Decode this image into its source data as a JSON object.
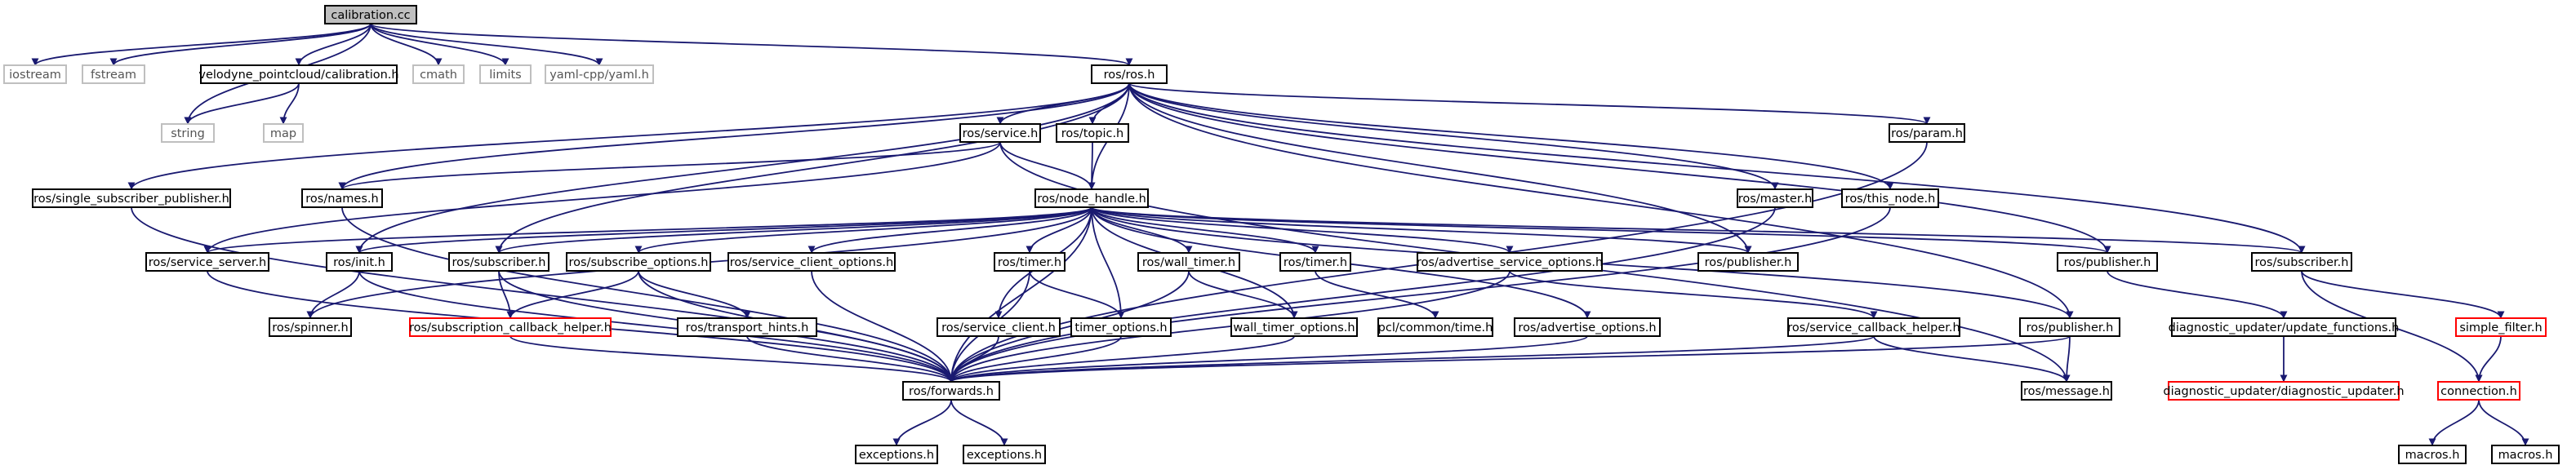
{
  "colors": {
    "normal_border": "#000000",
    "external_border": "#bfbfbf",
    "truncated_border": "#ff0000",
    "root_fill": "#bfbfbf",
    "edge": "#191970",
    "text": "#000000",
    "external_text": "#555555"
  },
  "nodes": [
    {
      "id": "n_calibration_cc",
      "label": "calibration.cc",
      "kind": "root"
    },
    {
      "id": "n_iostream",
      "label": "iostream",
      "kind": "external"
    },
    {
      "id": "n_fstream",
      "label": "fstream",
      "kind": "external"
    },
    {
      "id": "n_string",
      "label": "string",
      "kind": "external"
    },
    {
      "id": "n_velodyne_calibration",
      "label": "velodyne_pointcloud/calibration.h",
      "kind": "normal"
    },
    {
      "id": "n_map",
      "label": "map",
      "kind": "external"
    },
    {
      "id": "n_cmath",
      "label": "cmath",
      "kind": "external"
    },
    {
      "id": "n_limits",
      "label": "limits",
      "kind": "external"
    },
    {
      "id": "n_yaml",
      "label": "yaml-cpp/yaml.h",
      "kind": "external"
    },
    {
      "id": "n_ros_h",
      "label": "ros/ros.h",
      "kind": "normal"
    },
    {
      "id": "n_service_h",
      "label": "ros/service.h",
      "kind": "normal"
    },
    {
      "id": "n_topic_h",
      "label": "ros/topic.h",
      "kind": "normal"
    },
    {
      "id": "n_param_h",
      "label": "ros/param.h",
      "kind": "normal"
    },
    {
      "id": "n_single_sub_pub",
      "label": "ros/single_subscriber_publisher.h",
      "kind": "normal"
    },
    {
      "id": "n_names_h",
      "label": "ros/names.h",
      "kind": "normal"
    },
    {
      "id": "n_node_handle",
      "label": "ros/node_handle.h",
      "kind": "normal"
    },
    {
      "id": "n_master_h",
      "label": "ros/master.h",
      "kind": "normal"
    },
    {
      "id": "n_this_node",
      "label": "ros/this_node.h",
      "kind": "normal"
    },
    {
      "id": "n_service_server",
      "label": "ros/service_server.h",
      "kind": "normal"
    },
    {
      "id": "n_init_h",
      "label": "ros/init.h",
      "kind": "normal"
    },
    {
      "id": "n_subscriber_a",
      "label": "ros/subscriber.h",
      "kind": "normal"
    },
    {
      "id": "n_subscribe_options",
      "label": "ros/subscribe_options.h",
      "kind": "normal"
    },
    {
      "id": "n_service_client_options",
      "label": "ros/service_client_options.h",
      "kind": "normal"
    },
    {
      "id": "n_timer_a",
      "label": "ros/timer.h",
      "kind": "normal"
    },
    {
      "id": "n_wall_timer",
      "label": "ros/wall_timer.h",
      "kind": "normal"
    },
    {
      "id": "n_timer_b",
      "label": "ros/timer.h",
      "kind": "normal"
    },
    {
      "id": "n_adv_service_options",
      "label": "ros/advertise_service_options.h",
      "kind": "normal"
    },
    {
      "id": "n_publisher_a",
      "label": "ros/publisher.h",
      "kind": "normal"
    },
    {
      "id": "n_publisher_b",
      "label": "ros/publisher.h",
      "kind": "normal"
    },
    {
      "id": "n_subscriber_b",
      "label": "ros/subscriber.h",
      "kind": "normal"
    },
    {
      "id": "n_spinner",
      "label": "ros/spinner.h",
      "kind": "normal"
    },
    {
      "id": "n_sub_cb_helper",
      "label": "ros/subscription_callback_helper.h",
      "kind": "truncated"
    },
    {
      "id": "n_transport_hints",
      "label": "ros/transport_hints.h",
      "kind": "normal"
    },
    {
      "id": "n_service_client",
      "label": "ros/service_client.h",
      "kind": "normal"
    },
    {
      "id": "n_timer_options",
      "label": "timer_options.h",
      "kind": "normal"
    },
    {
      "id": "n_wall_timer_options",
      "label": "wall_timer_options.h",
      "kind": "normal"
    },
    {
      "id": "n_pcl_time",
      "label": "pcl/common/time.h",
      "kind": "normal"
    },
    {
      "id": "n_adv_options",
      "label": "ros/advertise_options.h",
      "kind": "normal"
    },
    {
      "id": "n_service_cb_helper",
      "label": "ros/service_callback_helper.h",
      "kind": "normal"
    },
    {
      "id": "n_publisher_c",
      "label": "ros/publisher.h",
      "kind": "normal"
    },
    {
      "id": "n_diag_update_functions",
      "label": "diagnostic_updater/update_functions.h",
      "kind": "normal"
    },
    {
      "id": "n_simple_filter",
      "label": "simple_filter.h",
      "kind": "truncated"
    },
    {
      "id": "n_forwards",
      "label": "ros/forwards.h",
      "kind": "normal"
    },
    {
      "id": "n_message_h",
      "label": "ros/message.h",
      "kind": "normal"
    },
    {
      "id": "n_diag_updater",
      "label": "diagnostic_updater/diagnostic_updater.h",
      "kind": "truncated"
    },
    {
      "id": "n_connection",
      "label": "connection.h",
      "kind": "truncated"
    },
    {
      "id": "n_exceptions_a",
      "label": "exceptions.h",
      "kind": "normal"
    },
    {
      "id": "n_exceptions_b",
      "label": "exceptions.h",
      "kind": "normal"
    },
    {
      "id": "n_macros_a",
      "label": "macros.h",
      "kind": "normal"
    },
    {
      "id": "n_macros_b",
      "label": "macros.h",
      "kind": "normal"
    }
  ],
  "edges": [
    [
      "n_calibration_cc",
      "n_iostream"
    ],
    [
      "n_calibration_cc",
      "n_fstream"
    ],
    [
      "n_calibration_cc",
      "n_string"
    ],
    [
      "n_calibration_cc",
      "n_velodyne_calibration"
    ],
    [
      "n_calibration_cc",
      "n_cmath"
    ],
    [
      "n_calibration_cc",
      "n_limits"
    ],
    [
      "n_calibration_cc",
      "n_yaml"
    ],
    [
      "n_calibration_cc",
      "n_ros_h"
    ],
    [
      "n_velodyne_calibration",
      "n_string"
    ],
    [
      "n_velodyne_calibration",
      "n_map"
    ],
    [
      "n_ros_h",
      "n_single_sub_pub"
    ],
    [
      "n_ros_h",
      "n_names_h"
    ],
    [
      "n_ros_h",
      "n_init_h"
    ],
    [
      "n_ros_h",
      "n_subscriber_a"
    ],
    [
      "n_ros_h",
      "n_service_h"
    ],
    [
      "n_ros_h",
      "n_topic_h"
    ],
    [
      "n_ros_h",
      "n_node_handle"
    ],
    [
      "n_ros_h",
      "n_param_h"
    ],
    [
      "n_ros_h",
      "n_master_h"
    ],
    [
      "n_ros_h",
      "n_this_node"
    ],
    [
      "n_ros_h",
      "n_publisher_a"
    ],
    [
      "n_ros_h",
      "n_publisher_b"
    ],
    [
      "n_ros_h",
      "n_publisher_c"
    ],
    [
      "n_ros_h",
      "n_subscriber_b"
    ],
    [
      "n_service_h",
      "n_names_h"
    ],
    [
      "n_service_h",
      "n_node_handle"
    ],
    [
      "n_service_h",
      "n_service_server"
    ],
    [
      "n_service_h",
      "n_message_h"
    ],
    [
      "n_topic_h",
      "n_node_handle"
    ],
    [
      "n_single_sub_pub",
      "n_forwards"
    ],
    [
      "n_names_h",
      "n_forwards"
    ],
    [
      "n_param_h",
      "n_forwards"
    ],
    [
      "n_master_h",
      "n_forwards"
    ],
    [
      "n_this_node",
      "n_forwards"
    ],
    [
      "n_node_handle",
      "n_service_server"
    ],
    [
      "n_node_handle",
      "n_init_h"
    ],
    [
      "n_node_handle",
      "n_spinner"
    ],
    [
      "n_node_handle",
      "n_subscriber_a"
    ],
    [
      "n_node_handle",
      "n_subscribe_options"
    ],
    [
      "n_node_handle",
      "n_service_client_options"
    ],
    [
      "n_node_handle",
      "n_forwards"
    ],
    [
      "n_node_handle",
      "n_service_client"
    ],
    [
      "n_node_handle",
      "n_timer_a"
    ],
    [
      "n_node_handle",
      "n_timer_options"
    ],
    [
      "n_node_handle",
      "n_wall_timer"
    ],
    [
      "n_node_handle",
      "n_wall_timer_options"
    ],
    [
      "n_node_handle",
      "n_timer_b"
    ],
    [
      "n_node_handle",
      "n_adv_service_options"
    ],
    [
      "n_node_handle",
      "n_adv_options"
    ],
    [
      "n_node_handle",
      "n_publisher_a"
    ],
    [
      "n_node_handle",
      "n_publisher_b"
    ],
    [
      "n_node_handle",
      "n_subscriber_b"
    ],
    [
      "n_node_handle",
      "n_publisher_c"
    ],
    [
      "n_service_server",
      "n_forwards"
    ],
    [
      "n_init_h",
      "n_forwards"
    ],
    [
      "n_init_h",
      "n_spinner"
    ],
    [
      "n_subscriber_a",
      "n_forwards"
    ],
    [
      "n_subscriber_a",
      "n_sub_cb_helper"
    ],
    [
      "n_subscribe_options",
      "n_sub_cb_helper"
    ],
    [
      "n_subscribe_options",
      "n_transport_hints"
    ],
    [
      "n_subscribe_options",
      "n_forwards"
    ],
    [
      "n_service_client_options",
      "n_forwards"
    ],
    [
      "n_timer_a",
      "n_forwards"
    ],
    [
      "n_timer_a",
      "n_timer_options"
    ],
    [
      "n_wall_timer",
      "n_forwards"
    ],
    [
      "n_wall_timer",
      "n_wall_timer_options"
    ],
    [
      "n_timer_b",
      "n_pcl_time"
    ],
    [
      "n_adv_service_options",
      "n_forwards"
    ],
    [
      "n_adv_service_options",
      "n_service_cb_helper"
    ],
    [
      "n_adv_options",
      "n_forwards"
    ],
    [
      "n_sub_cb_helper",
      "n_forwards"
    ],
    [
      "n_transport_hints",
      "n_forwards"
    ],
    [
      "n_service_client",
      "n_forwards"
    ],
    [
      "n_timer_options",
      "n_forwards"
    ],
    [
      "n_wall_timer_options",
      "n_forwards"
    ],
    [
      "n_service_cb_helper",
      "n_forwards"
    ],
    [
      "n_service_cb_helper",
      "n_message_h"
    ],
    [
      "n_publisher_c",
      "n_forwards"
    ],
    [
      "n_publisher_c",
      "n_message_h"
    ],
    [
      "n_publisher_b",
      "n_diag_update_functions"
    ],
    [
      "n_diag_update_functions",
      "n_diag_updater"
    ],
    [
      "n_subscriber_b",
      "n_simple_filter"
    ],
    [
      "n_subscriber_b",
      "n_connection"
    ],
    [
      "n_simple_filter",
      "n_connection"
    ],
    [
      "n_connection",
      "n_macros_a"
    ],
    [
      "n_connection",
      "n_macros_b"
    ],
    [
      "n_forwards",
      "n_exceptions_a"
    ],
    [
      "n_forwards",
      "n_exceptions_b"
    ]
  ]
}
